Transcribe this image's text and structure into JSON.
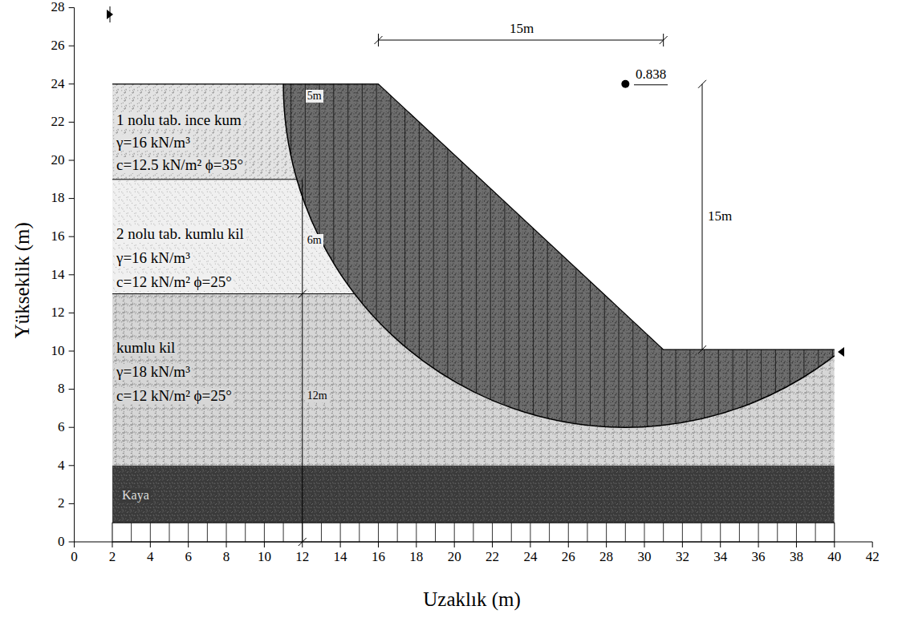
{
  "diagram": {
    "labels": [
      "0",
      "2",
      "4",
      "6",
      "8",
      "10",
      "12",
      "14",
      "16",
      "18",
      "20",
      "22",
      "24",
      "26",
      "28",
      "0",
      "2",
      "4",
      "6",
      "8",
      "10",
      "12",
      "14",
      "16",
      "18",
      "20",
      "22",
      "24",
      "26",
      "28",
      "30",
      "32",
      "34",
      "36",
      "38",
      "40",
      "42",
      "Yükseklik (m)",
      "Uzaklık (m)",
      "15m",
      "0.838",
      "15m",
      "1 nolu tab. ince kum",
      "γ=16 kN/m³",
      "c=12.5 kN/m² ϕ=35°",
      "5m",
      "2 nolu tab. kumlu kil",
      "γ=16 kN/m³",
      "c=12 kN/m² ϕ=25°",
      "6m",
      "kumlu kil",
      "γ=18 kN/m³",
      "c=12 kN/m² ϕ=25°",
      "12m",
      "Kaya"
    ]
  }
}
